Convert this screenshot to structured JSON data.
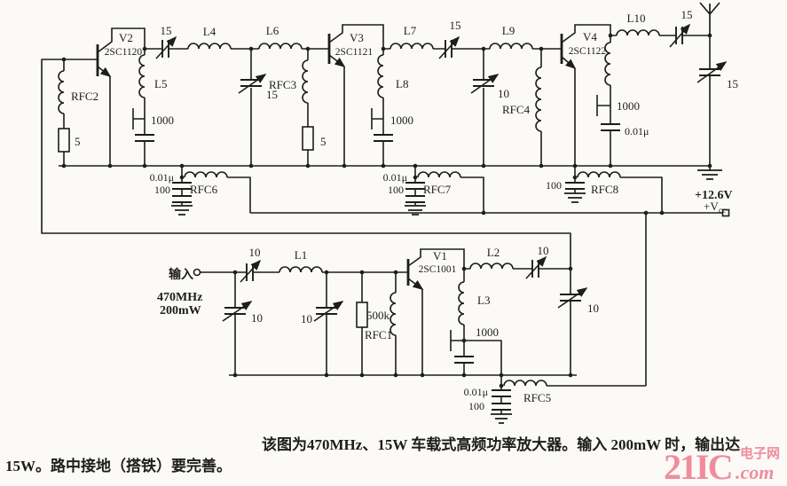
{
  "colors": {
    "ink": "#1d1d1d",
    "paper": "#fbfaf7",
    "watermark_pink": "#ee8293"
  },
  "schematic": {
    "labels": {
      "v1": "V1",
      "v1_part": "2SC1001",
      "v2": "V2",
      "v2_part": "2SC1120",
      "v3": "V3",
      "v3_part": "2SC1121",
      "v4": "V4",
      "v4_part": "2SC1122",
      "l1": "L1",
      "l2": "L2",
      "l3": "L3",
      "l4": "L4",
      "l5": "L5",
      "l6": "L6",
      "l7": "L7",
      "l8": "L8",
      "l9": "L9",
      "l10": "L10",
      "rfc1": "RFC1",
      "rfc2": "RFC2",
      "rfc3": "RFC3",
      "rfc4": "RFC4",
      "rfc5": "RFC5",
      "rfc6": "RFC6",
      "rfc7": "RFC7",
      "rfc8": "RFC8",
      "r5_v2": "5",
      "r5_v3": "5",
      "r500k": "500k",
      "cap15_v2_out": "15",
      "cap15_shunt1": "15",
      "cap15_v3_out": "15",
      "cap15_ant_series": "15",
      "cap15_ant_shunt": "15",
      "cap10_shunt2": "10",
      "cap10_in_series": "10",
      "cap10_in_shunt1": "10",
      "cap10_in_shunt2": "10",
      "cap10_v1_series": "10",
      "cap10_v1_shunt": "10",
      "cap1000_v1": "1000",
      "cap1000_v2": "1000",
      "cap1000_v3": "1000",
      "cap1000_v4": "1000",
      "cap001_1": "0.01μ",
      "cap100_1": "100",
      "cap001_2": "0.01μ",
      "cap100_2": "100",
      "cap001_v4": "0.01μ",
      "cap100_v4": "100",
      "cap001_v1": "0.01μ",
      "cap100_v1": "100",
      "supply": "+12.6V",
      "vcc": "+V",
      "vcc_sub": "cc",
      "input": "输入",
      "input_freq": "470MHz",
      "input_power": "200mW"
    }
  },
  "caption": {
    "line1": "该图为470MHz、15W 车载式高频功率放大器。输入 200mW 时，输出达",
    "line2": "15W。路中接地（搭铁）要完善。"
  },
  "watermark": {
    "main": "21IC",
    "domain": ".com",
    "tag": "电子网"
  }
}
